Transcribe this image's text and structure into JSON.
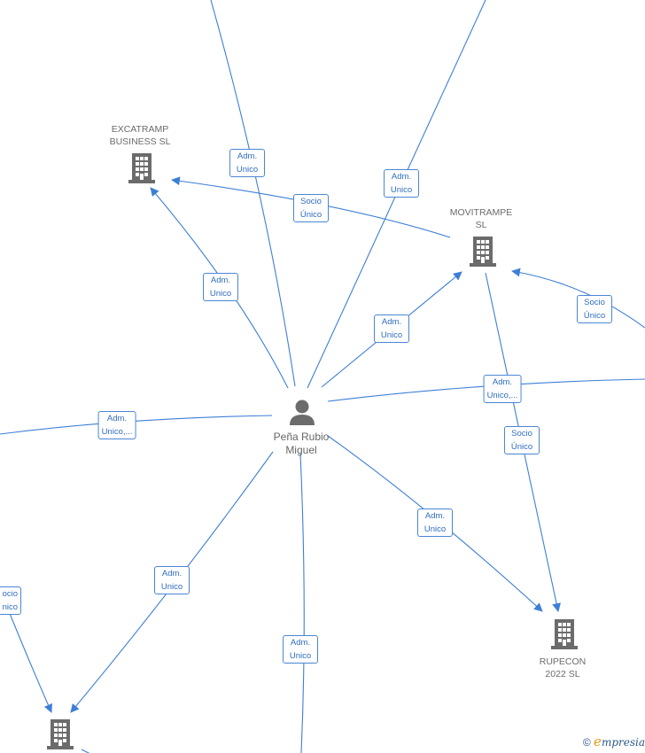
{
  "nodes": {
    "excatramp": {
      "label": "EXCATRAMP\nBUSINESS  SL",
      "icon": "building-icon"
    },
    "movitrampe": {
      "label": "MOVITRAMPE\nSL",
      "icon": "building-icon"
    },
    "rupecon": {
      "label": "RUPECON\n2022  SL",
      "icon": "building-icon"
    },
    "bottom_company": {
      "label": "",
      "icon": "building-icon"
    },
    "person": {
      "label": "Peña Rubio\nMiguel",
      "icon": "person-icon"
    }
  },
  "edge_labels": {
    "e1": "Adm.\nUnico",
    "e2": "Adm.\nUnico",
    "e3": "Socio\nÚnico",
    "e4": "Adm.\nUnico",
    "e5": "Adm.\nUnico",
    "e6": "Socio\nÚnico",
    "e7": "Adm.\nUnico,...",
    "e8": "Adm.\nUnico,...",
    "e9": "Socio\nÚnico",
    "e10": "Adm.\nUnico",
    "e11": "Adm.\nUnico",
    "e12": "Adm.\nUnico",
    "e13": "ocio\nnico"
  },
  "brand": {
    "copyright": "©",
    "e": "e",
    "rest": "mpresia"
  },
  "colors": {
    "edge": "#3d7fd6",
    "node": "#6b6b6b",
    "label_border": "#4a86d4",
    "label_text": "#2f6cc0"
  }
}
